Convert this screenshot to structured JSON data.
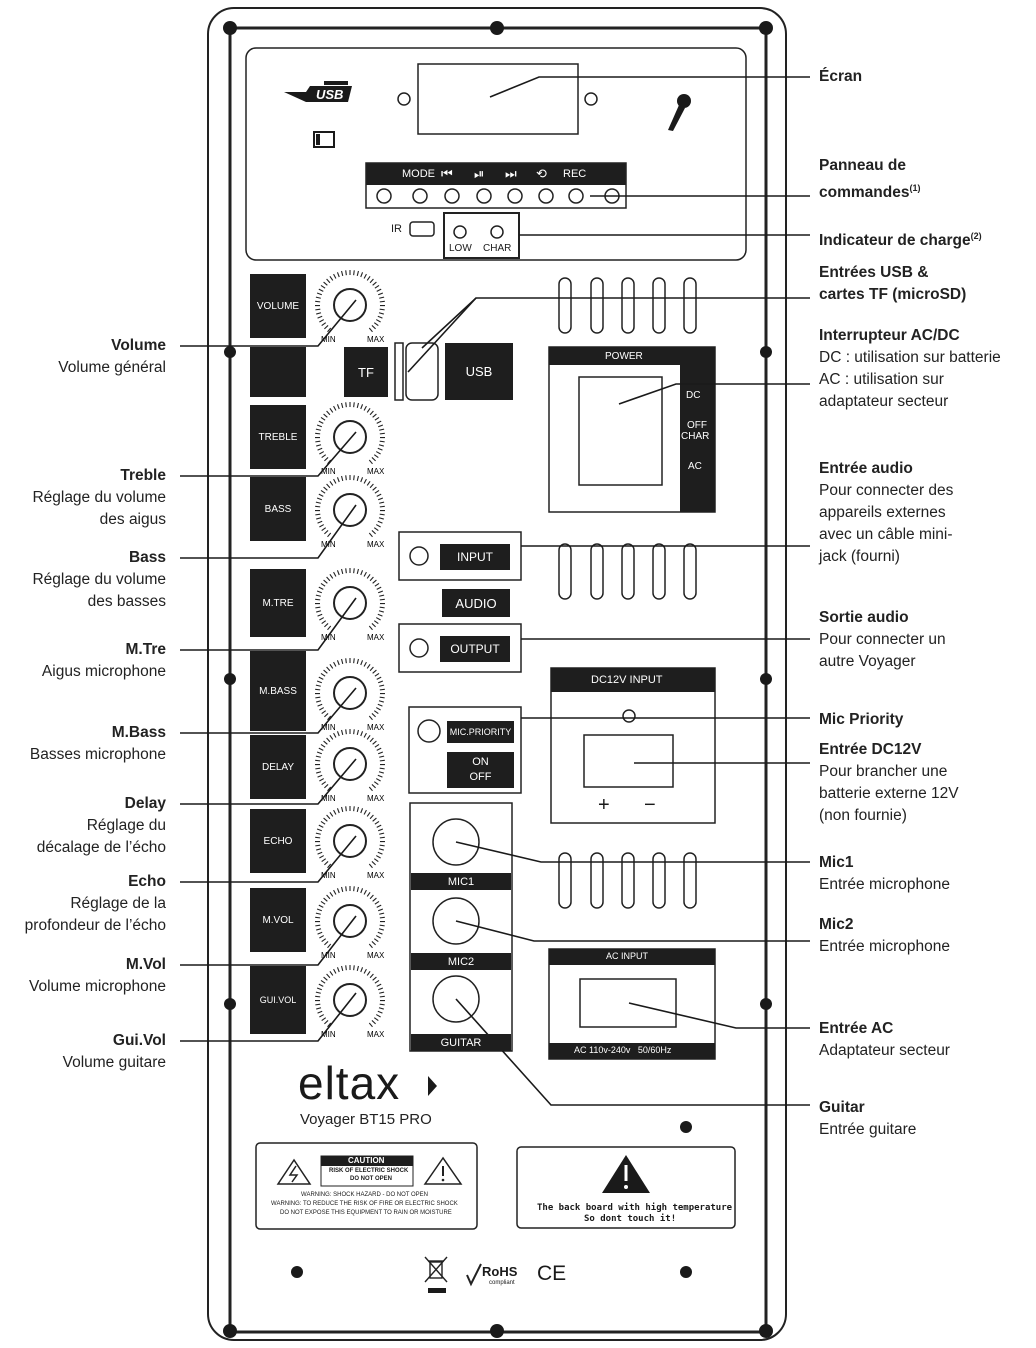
{
  "top_display": {
    "usb_logo": "USB",
    "ir_label": "IR",
    "buttons": [
      "MODE",
      "⏮",
      "⏯",
      "⏭",
      "⟲",
      "REC"
    ],
    "low_label": "LOW",
    "char_label": "CHAR"
  },
  "knobs": {
    "volume": "VOLUME",
    "treble": "TREBLE",
    "bass": "BASS",
    "mtre": "M.TRE",
    "mbass": "M.BASS",
    "delay": "DELAY",
    "echo": "ECHO",
    "mvol": "M.VOL",
    "guivol": "GUI.VOL",
    "min": "MIN",
    "max": "MAX"
  },
  "ports": {
    "tf": "TF",
    "usb": "USB",
    "input": "INPUT",
    "audio": "AUDIO",
    "output": "OUTPUT",
    "mic_priority": "MIC.PRIORITY",
    "on": "ON",
    "off": "OFF",
    "mic1": "MIC1",
    "mic2": "MIC2",
    "guitar": "GUITAR"
  },
  "power": {
    "title": "POWER",
    "dc": "DC",
    "off": "OFF",
    "char": "CHAR",
    "ac": "AC"
  },
  "dc12v": {
    "title": "DC12V INPUT",
    "plus": "+",
    "minus": "−"
  },
  "ac_input": {
    "title": "AC INPUT",
    "rating": "AC 110v-240v   50/60Hz"
  },
  "brand": {
    "logo": "eltax",
    "model": "Voyager BT15 PRO"
  },
  "caution": {
    "title": "CAUTION",
    "sub1": "RISK OF ELECTRIC SHOCK",
    "sub2": "DO NOT OPEN",
    "line1": "WARNING: SHOCK HAZARD - DO NOT OPEN",
    "line2": "WARNING: TO REDUCE THE RISK OF FIRE OR ELECTRIC SHOCK",
    "line3": "DO NOT EXPOSE THIS EQUIPMENT TO RAIN OR MOISTURE"
  },
  "hot_warning": {
    "line1": "The back board with high temperature",
    "line2": "So dont touch it!"
  },
  "certs": {
    "rohs": "RoHS",
    "compliant": "compliant",
    "ce": "CE"
  },
  "left_labels": [
    {
      "title": "Volume",
      "lines": [
        "Volume général"
      ]
    },
    {
      "title": "Treble",
      "lines": [
        "Réglage du volume",
        "des aigus"
      ]
    },
    {
      "title": "Bass",
      "lines": [
        "Réglage du volume",
        "des basses"
      ]
    },
    {
      "title": "M.Tre",
      "lines": [
        "Aigus microphone"
      ]
    },
    {
      "title": "M.Bass",
      "lines": [
        "Basses microphone"
      ]
    },
    {
      "title": "Delay",
      "lines": [
        "Réglage du",
        "décalage de l’écho"
      ]
    },
    {
      "title": "Echo",
      "lines": [
        "Réglage de la",
        "profondeur de l’écho"
      ]
    },
    {
      "title": "M.Vol",
      "lines": [
        "Volume microphone"
      ]
    },
    {
      "title": "Gui.Vol",
      "lines": [
        "Volume guitare"
      ]
    }
  ],
  "right_labels": [
    {
      "title": "Écran",
      "sup": "",
      "lines": []
    },
    {
      "title": "Panneau de",
      "title2": "commandes",
      "sup": "(1)",
      "lines": []
    },
    {
      "title": "Indicateur de charge",
      "sup": "(2)",
      "lines": []
    },
    {
      "title": "Entrées USB &",
      "title2": "cartes TF (microSD)",
      "sup": "",
      "lines": []
    },
    {
      "title": "Interrupteur AC/DC",
      "sup": "",
      "lines": [
        "DC : utilisation sur batterie",
        "AC : utilisation sur",
        "adaptateur secteur"
      ]
    },
    {
      "title": "Entrée audio",
      "sup": "",
      "lines": [
        "Pour connecter des",
        "appareils externes",
        "avec un câble mini-",
        "jack (fourni)"
      ]
    },
    {
      "title": "Sortie audio",
      "sup": "",
      "lines": [
        "Pour connecter un",
        "autre Voyager"
      ]
    },
    {
      "title": "Mic Priority",
      "sup": "",
      "lines": []
    },
    {
      "title": "Entrée DC12V",
      "sup": "",
      "lines": [
        "Pour brancher une",
        "batterie externe 12V",
        "(non fournie)"
      ]
    },
    {
      "title": "Mic1",
      "sup": "",
      "lines": [
        "Entrée microphone"
      ]
    },
    {
      "title": "Mic2",
      "sup": "",
      "lines": [
        "Entrée microphone"
      ]
    },
    {
      "title": "Entrée AC",
      "sup": "",
      "lines": [
        "Adaptateur secteur"
      ]
    },
    {
      "title": "Guitar",
      "sup": "",
      "lines": [
        "Entrée guitare"
      ]
    }
  ]
}
